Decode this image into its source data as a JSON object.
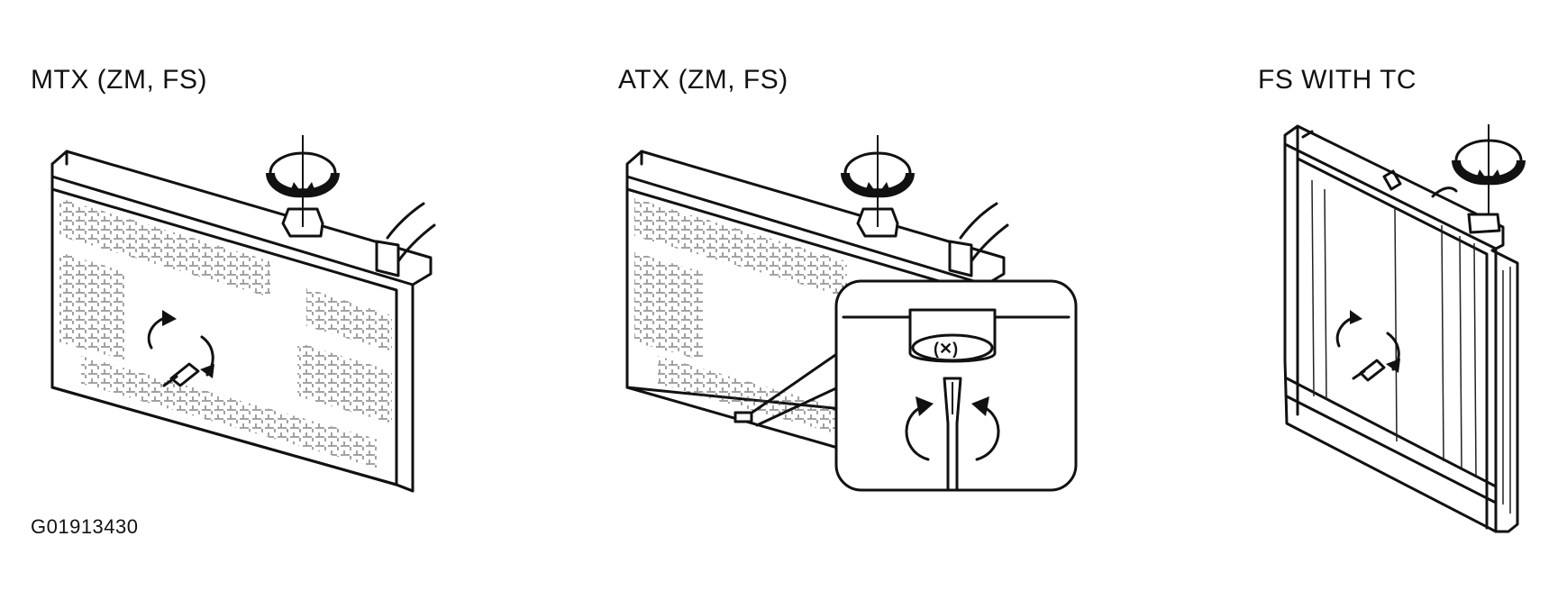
{
  "labels": {
    "mtx": "MTX (ZM, FS)",
    "atx": "ATX (ZM, FS)",
    "fs_tc": "FS WITH TC",
    "figure_code": "G01913430"
  },
  "icons": [
    "rotate-arrow-icon",
    "radiator-cap-icon",
    "drain-plug-icon",
    "screwdriver-icon"
  ]
}
